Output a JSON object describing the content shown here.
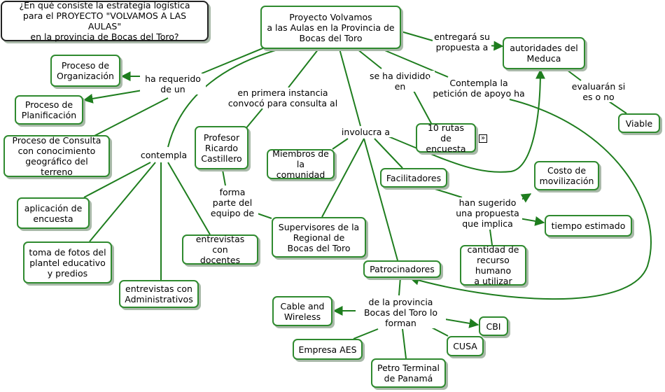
{
  "question": "¿En qué consiste la estrategia logística\npara el PROYECTO \"VOLVAMOS A LAS AULAS\"\nen la provincia de Bocas del Toro?",
  "nodes": {
    "main": "Proyecto Volvamos\na las Aulas en la Provincia de\nBocas del Toro",
    "meduca": "autoridades del\nMeduca",
    "viable": "Viable",
    "organizacion": "Proceso de\nOrganización",
    "planificacion": "Proceso de\nPlanificación",
    "consulta": "Proceso de Consulta\ncon conocimiento\ngeográfico del terreno",
    "profesor": "Profesor\nRicardo\nCastillero",
    "rutas": "10 rutas\nde encuesta",
    "miembros": "Miembros de\nla comunidad",
    "facilitadores": "Facilitadores",
    "costo": "Costo de\nmovilización",
    "tiempo": "tiempo estimado",
    "cantidad": "cantidad de\nrecurso humano\na utilizar",
    "aplicacion": "aplicación de\nencuesta",
    "fotos": "toma de fotos del\nplantel educativo\ny predios",
    "administrativos": "entrevistas con\nAdministrativos",
    "docentes": "entrevistas con\ndocentes",
    "supervisores": "Supervisores de la\nRegional de\nBocas del Toro",
    "patrocinadores": "Patrocinadores",
    "cable": "Cable and\nWireless",
    "cbi": "CBI",
    "cusa": "CUSA",
    "aes": "Empresa AES",
    "petro": "Petro Terminal\nde Panamá"
  },
  "labels": {
    "entregara": "entregará su\npropuesta a",
    "evaluaran": "evaluarán si\nes o no",
    "ha_requerido": "ha requerido\nde un",
    "primera": "en primera instancia\nconvocó para consulta al",
    "dividido": "se ha dividido\nen",
    "contempla_peticion": "Contempla la\npetición de apoyo ha",
    "involucra": "involucra a",
    "contempla": "contempla",
    "forma": "forma\nparte del\nequipo de",
    "sugerido": "han sugerido\nuna propuesta\nque implica",
    "provincia": "de la provincia\nBocas del Toro lo\nforman"
  },
  "expand_icon": "double-chevron-right-icon",
  "colors": {
    "line": "#1e7d1e",
    "border": "#2f8a2f",
    "shadow": "#a9b9a9"
  }
}
